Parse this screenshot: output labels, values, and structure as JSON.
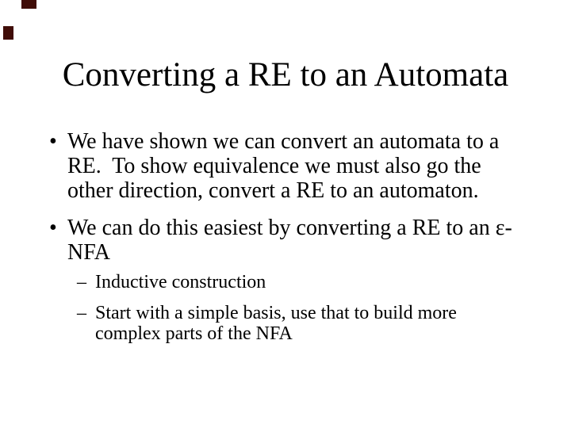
{
  "slide": {
    "title": "Converting a RE to an Automata",
    "bullets": [
      {
        "level": 1,
        "marker": "•",
        "text": "We have shown we can convert an automata to a\nRE.  To show equivalence we must also go the\nother direction, convert a RE to an automaton."
      },
      {
        "level": 1,
        "marker": "•",
        "text": "We can do this easiest by converting a RE to an ε-\nNFA"
      },
      {
        "level": 2,
        "marker": "–",
        "text": "Inductive construction"
      },
      {
        "level": 2,
        "marker": "–",
        "text": "Start with a simple basis, use that to build more\ncomplex parts of the NFA"
      }
    ],
    "colors": {
      "background": "#ffffff",
      "text": "#000000",
      "corner_artifact": "#400d08"
    }
  }
}
